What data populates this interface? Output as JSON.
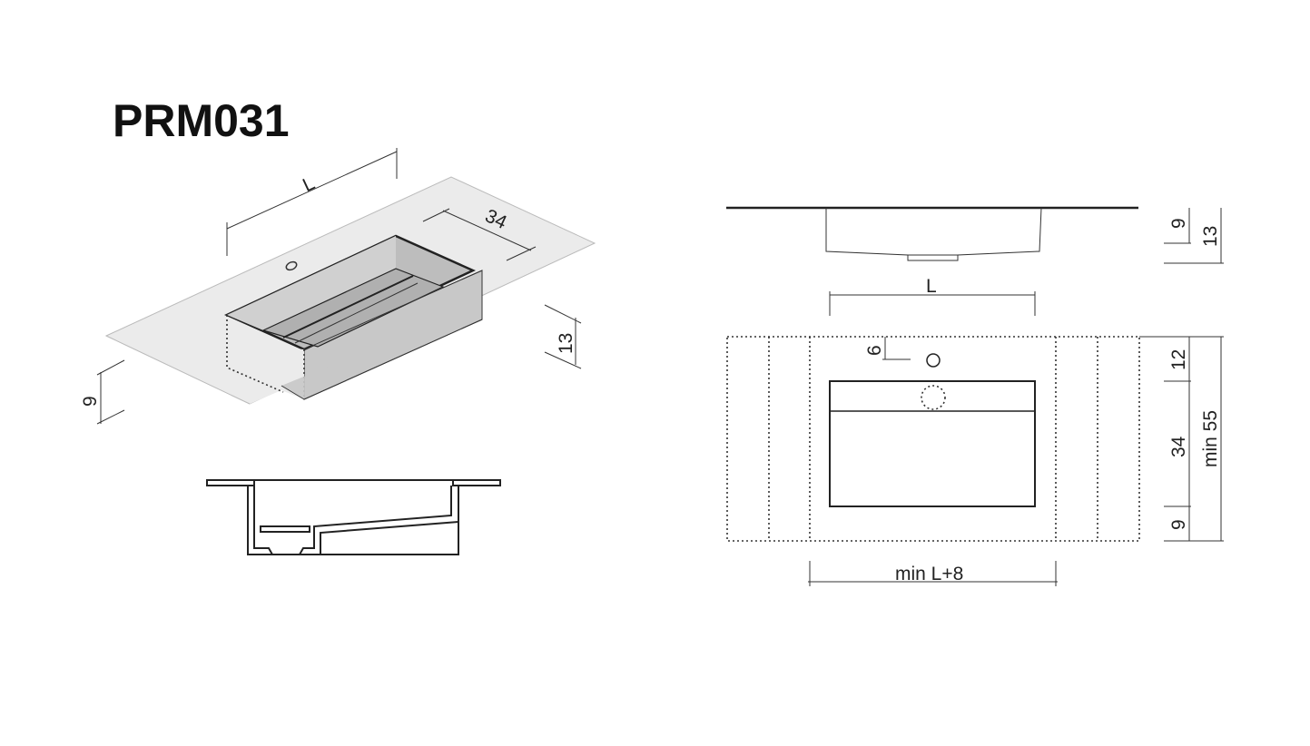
{
  "title": "PRM031",
  "isometric": {
    "length_label": "L",
    "basin_width_label": "34",
    "basin_depth_label": "13",
    "top_thickness_label": "9"
  },
  "side_view": {
    "length_label": "L",
    "top_thickness_label": "9",
    "total_depth_label": "13"
  },
  "plan_view": {
    "hole_offset_label": "6",
    "front_margin_label": "12",
    "basin_width_label": "34",
    "back_margin_label": "9",
    "total_depth_label": "min 55",
    "width_label": "min L+8"
  }
}
